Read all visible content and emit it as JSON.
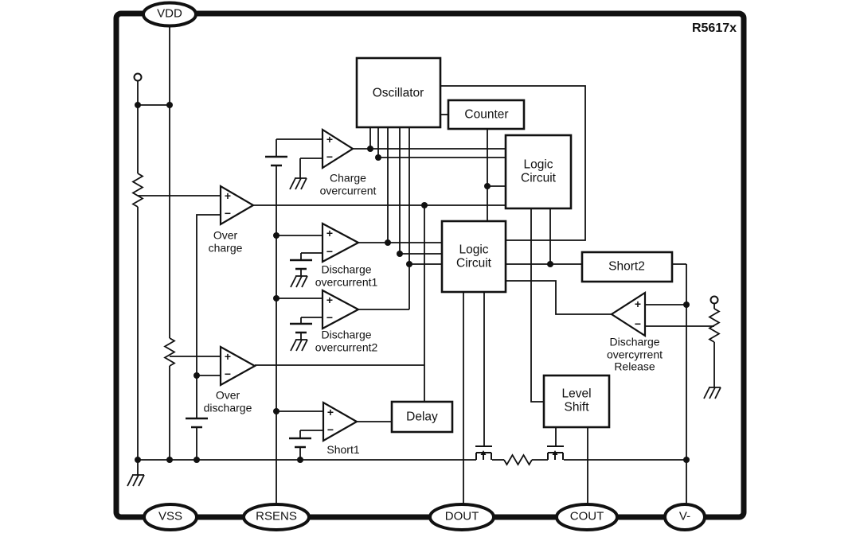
{
  "chip": {
    "part_number": "R5617x"
  },
  "pins": {
    "vdd": "VDD",
    "vss": "VSS",
    "rsens": "RSENS",
    "dout": "DOUT",
    "cout": "COUT",
    "v_minus": "V-"
  },
  "blocks": {
    "oscillator": "Oscillator",
    "counter": "Counter",
    "logic_circuit_top": "Logic\nCircuit",
    "logic_circuit_mid": "Logic\nCircuit",
    "short2": "Short2",
    "level_shift": "Level\nShift",
    "delay": "Delay"
  },
  "comparators": {
    "charge_overcurrent": "Charge\novercurrent",
    "over_charge": "Over\ncharge",
    "discharge_overcurrent1": "Discharge\novercurrent1",
    "discharge_overcurrent2": "Discharge\novercurrent2",
    "over_discharge": "Over\ndischarge",
    "short1": "Short1",
    "discharge_overcurrent_release": "Discharge\novercyrrent\nRelease"
  },
  "polarity": {
    "plus": "+",
    "minus": "−"
  },
  "colors": {
    "line": "#111111",
    "background": "#ffffff"
  }
}
